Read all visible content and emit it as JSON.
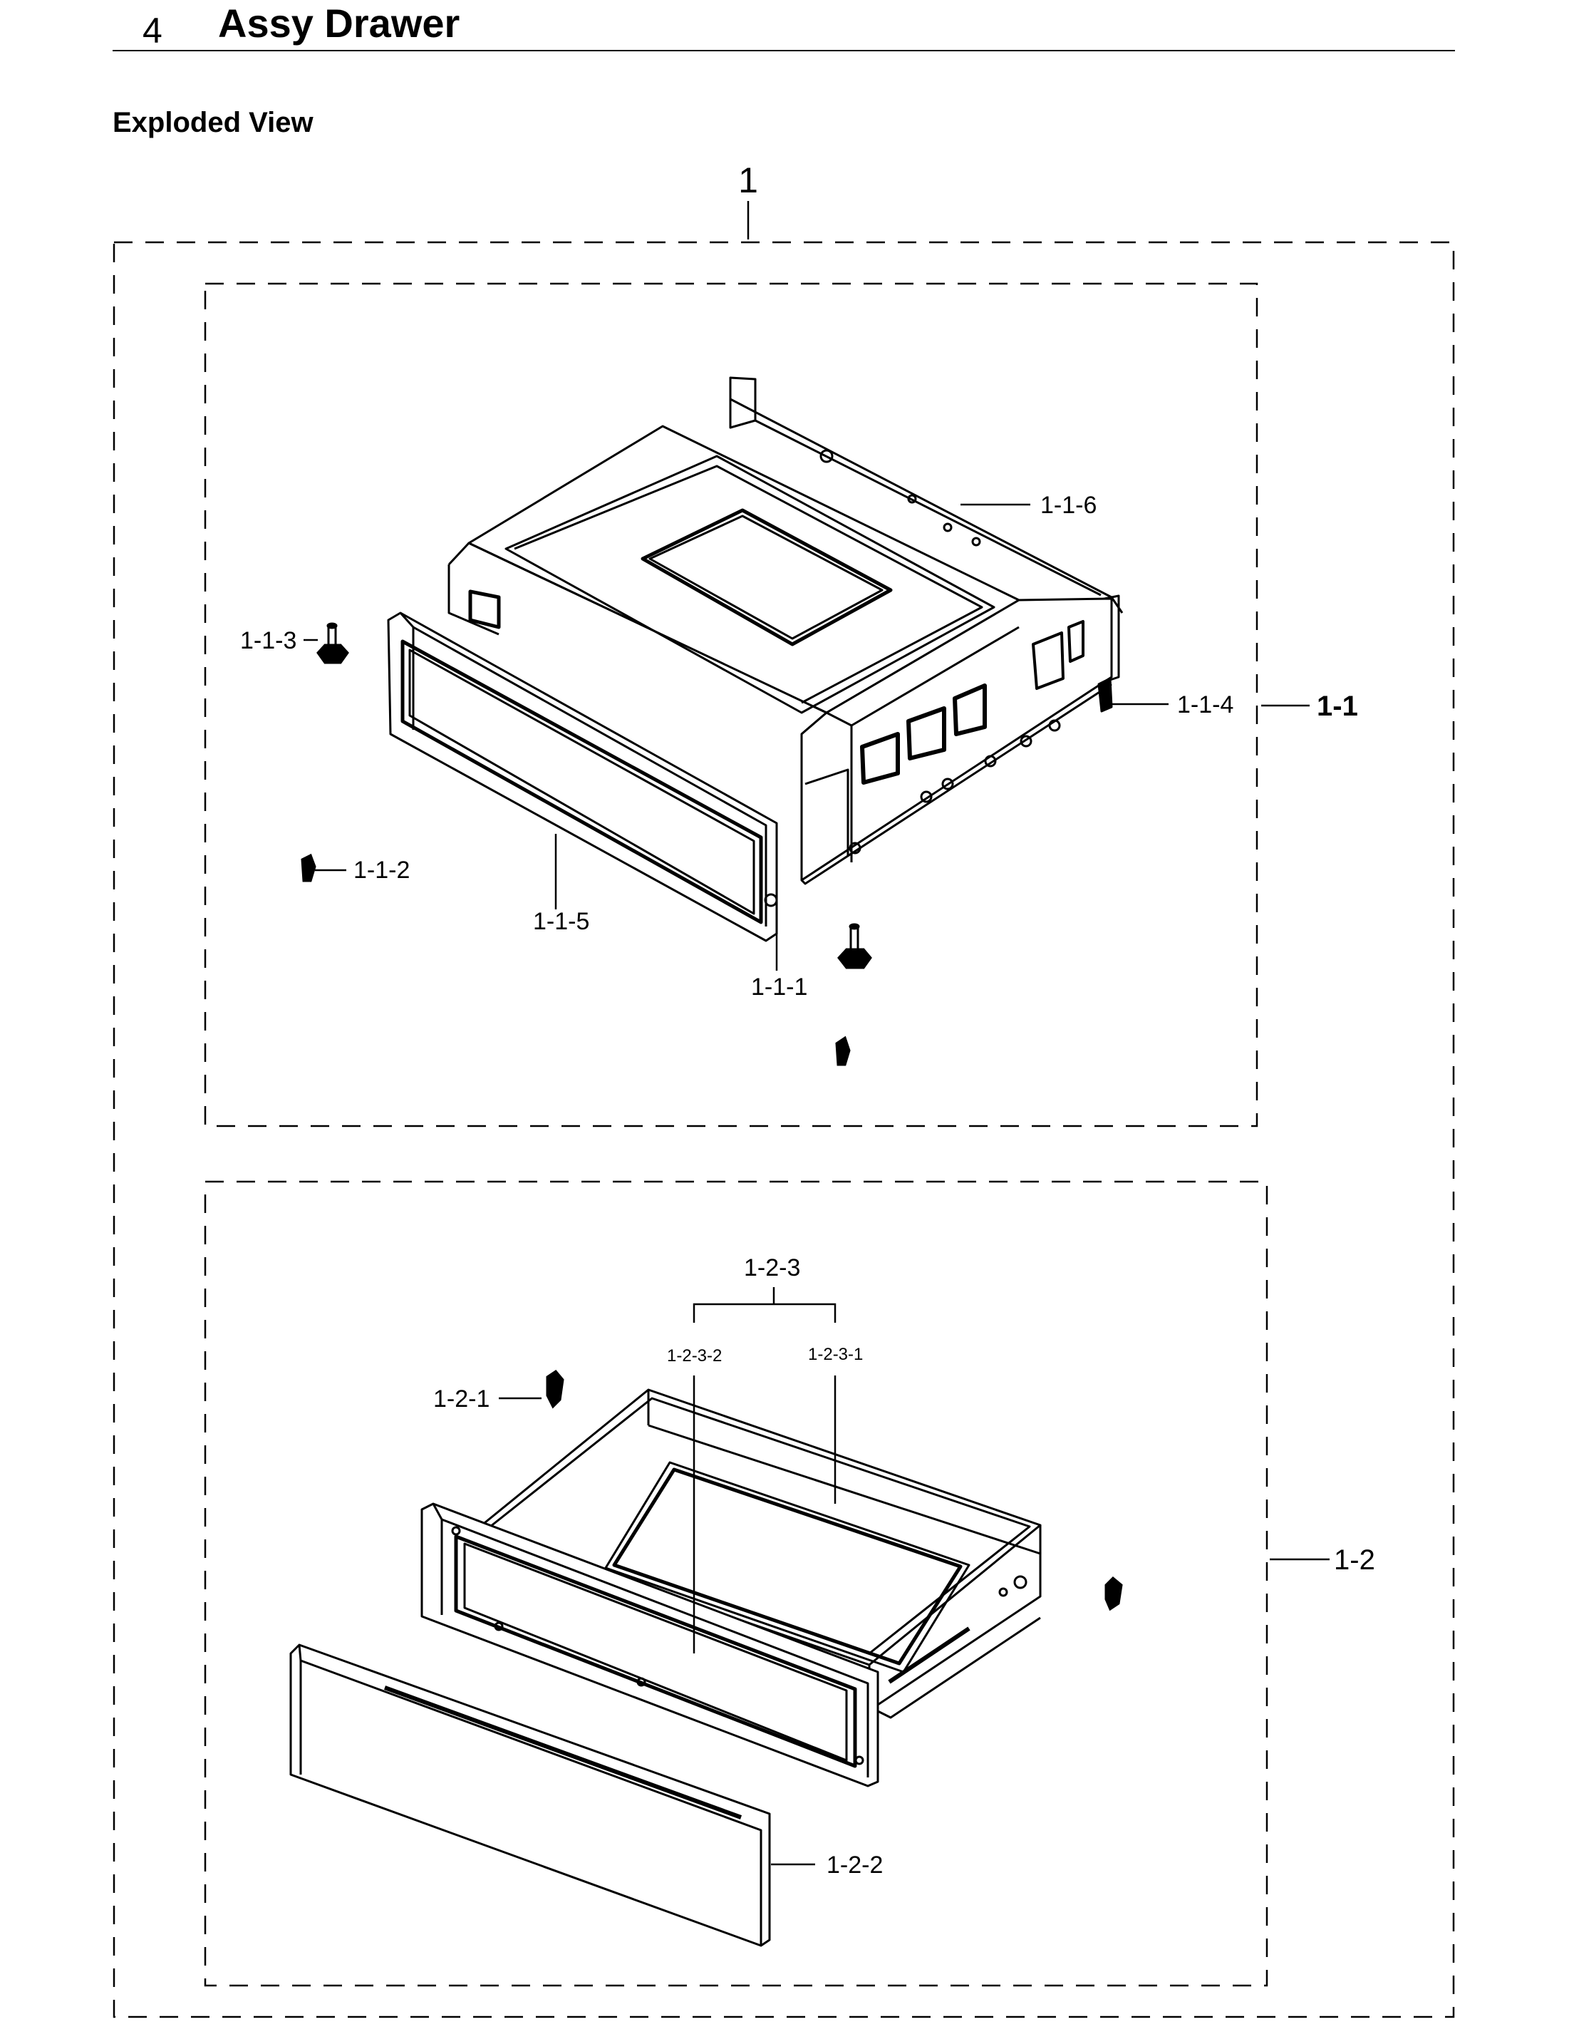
{
  "header": {
    "section_number": "4",
    "section_title": "Assy Drawer",
    "subheading": "Exploded View"
  },
  "diagram": {
    "labels": {
      "assy": "1",
      "grp_1_1": "1-1",
      "grp_1_2": "1-2",
      "p_1_1_1": "1-1-1",
      "p_1_1_2": "1-1-2",
      "p_1_1_3": "1-1-3",
      "p_1_1_4": "1-1-4",
      "p_1_1_5": "1-1-5",
      "p_1_1_6": "1-1-6",
      "p_1_2_1": "1-2-1",
      "p_1_2_2": "1-2-2",
      "p_1_2_3": "1-2-3",
      "p_1_2_3_1": "1-2-3-1",
      "p_1_2_3_2": "1-2-3-2"
    }
  }
}
